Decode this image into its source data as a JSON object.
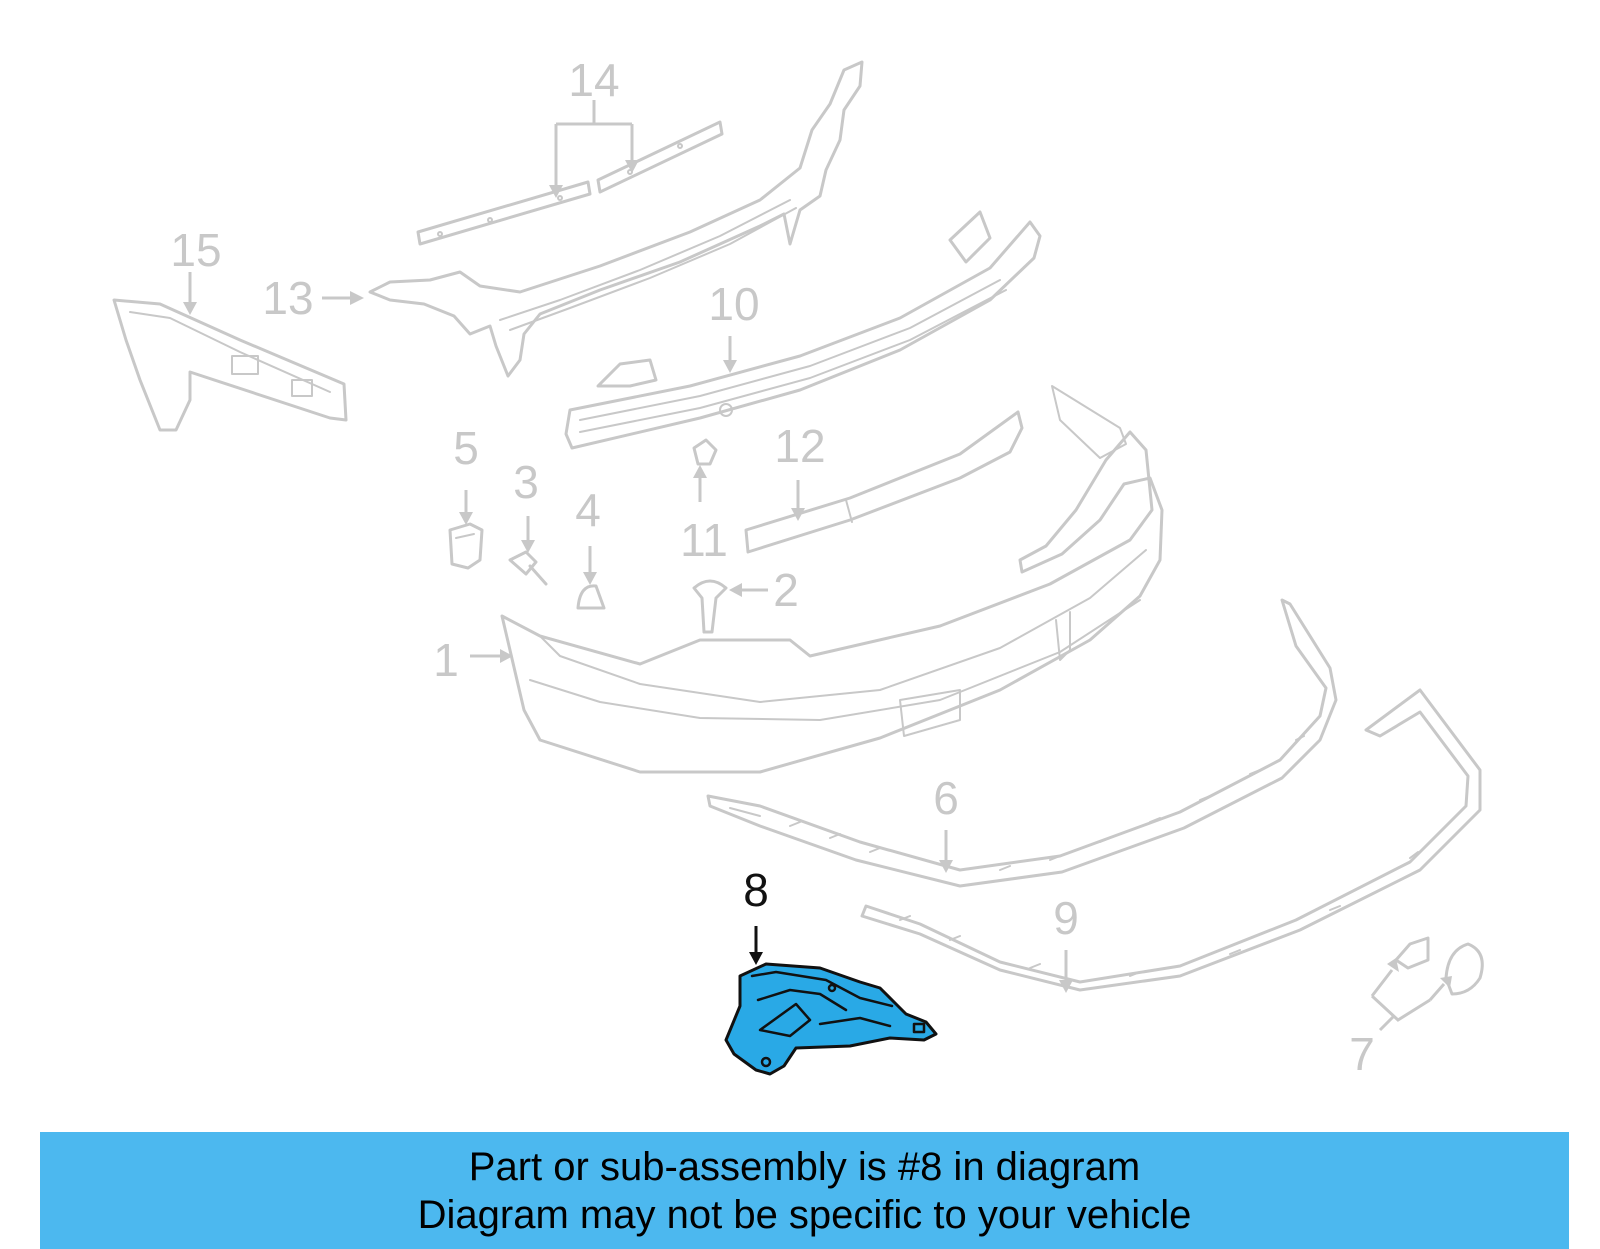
{
  "diagram": {
    "callouts": [
      {
        "id": "1",
        "label": "1"
      },
      {
        "id": "2",
        "label": "2"
      },
      {
        "id": "3",
        "label": "3"
      },
      {
        "id": "4",
        "label": "4"
      },
      {
        "id": "5",
        "label": "5"
      },
      {
        "id": "6",
        "label": "6"
      },
      {
        "id": "7",
        "label": "7"
      },
      {
        "id": "8",
        "label": "8"
      },
      {
        "id": "9",
        "label": "9"
      },
      {
        "id": "10",
        "label": "10"
      },
      {
        "id": "11",
        "label": "11"
      },
      {
        "id": "12",
        "label": "12"
      },
      {
        "id": "13",
        "label": "13"
      },
      {
        "id": "14",
        "label": "14"
      },
      {
        "id": "15",
        "label": "15"
      }
    ],
    "highlighted_part": "8",
    "colors": {
      "part_outline": "#c8c8c8",
      "highlight_fill": "#29a9e6",
      "highlight_outline": "#111111",
      "banner": "#4cb8ef"
    }
  },
  "banner": {
    "line1": "Part or sub-assembly is #8 in diagram",
    "line2": "Diagram may not be specific to your vehicle"
  }
}
